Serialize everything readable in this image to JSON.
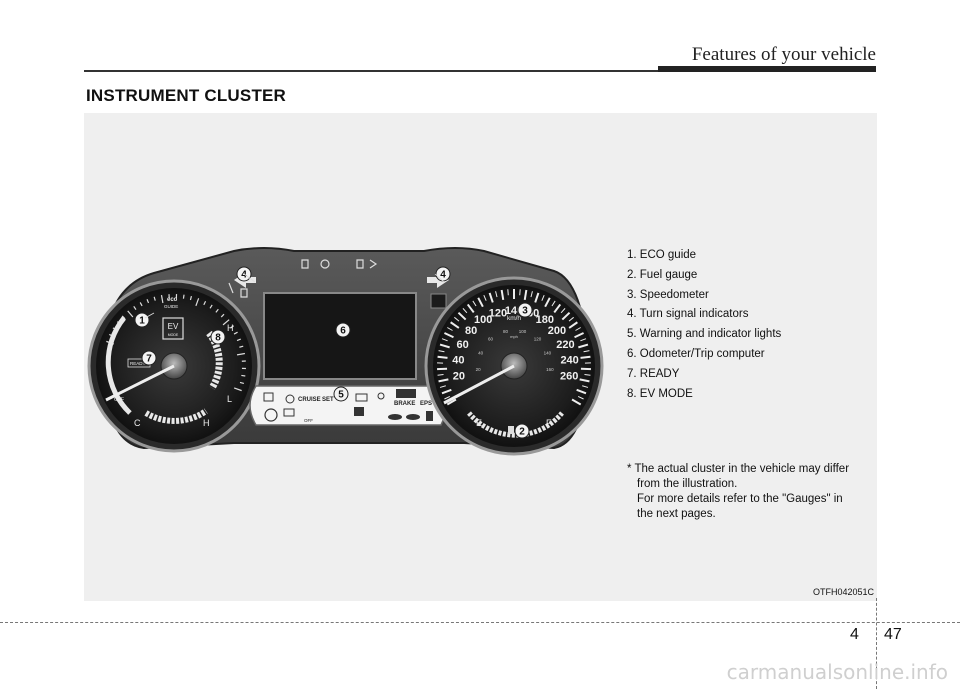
{
  "header": {
    "title": "Features of your vehicle"
  },
  "section": {
    "title": "INSTRUMENT CLUSTER"
  },
  "legend": [
    "1. ECO guide",
    "2. Fuel gauge",
    "3. Speedometer",
    "4. Turn signal indicators",
    "5. Warning and indicator lights",
    "6. Odometer/Trip computer",
    "7. READY",
    "8. EV MODE"
  ],
  "note": {
    "line1": "* The actual cluster in the vehicle may differ",
    "line2": "from the illustration.",
    "line3": "For more details refer to the \"Gauges\" in",
    "line4": "the next pages."
  },
  "figure": {
    "code": "OTFH042051C",
    "callouts": [
      "1",
      "2",
      "3",
      "4",
      "4",
      "5",
      "6",
      "7",
      "8"
    ],
    "speedo": {
      "unit": "km/h",
      "ticks": [
        "20",
        "40",
        "60",
        "80",
        "100",
        "120",
        "140",
        "160",
        "180",
        "200",
        "220",
        "240",
        "260"
      ],
      "mph_label": "mph",
      "mph_ticks": [
        "20",
        "40",
        "60",
        "80",
        "100",
        "120",
        "140",
        "160"
      ]
    },
    "left_gauge": {
      "eco_label": "eco",
      "guide_label": "GUIDE",
      "ev_label": "EV",
      "mode_label": "MODE",
      "ready_label": "READY",
      "off_label": "OFF",
      "h_top": "H",
      "l_label": "L",
      "c_label": "C",
      "h_bottom": "H"
    },
    "fuel": {
      "e_label": "E",
      "f_label": "F"
    },
    "warning_strip": {
      "cruise": "CRUISE",
      "set": "SET",
      "off": "OFF",
      "brake": "BRAKE",
      "eps": "EPS"
    }
  },
  "page": {
    "chapter": "4",
    "number": "47"
  },
  "watermark": "carmanualsonline.info"
}
